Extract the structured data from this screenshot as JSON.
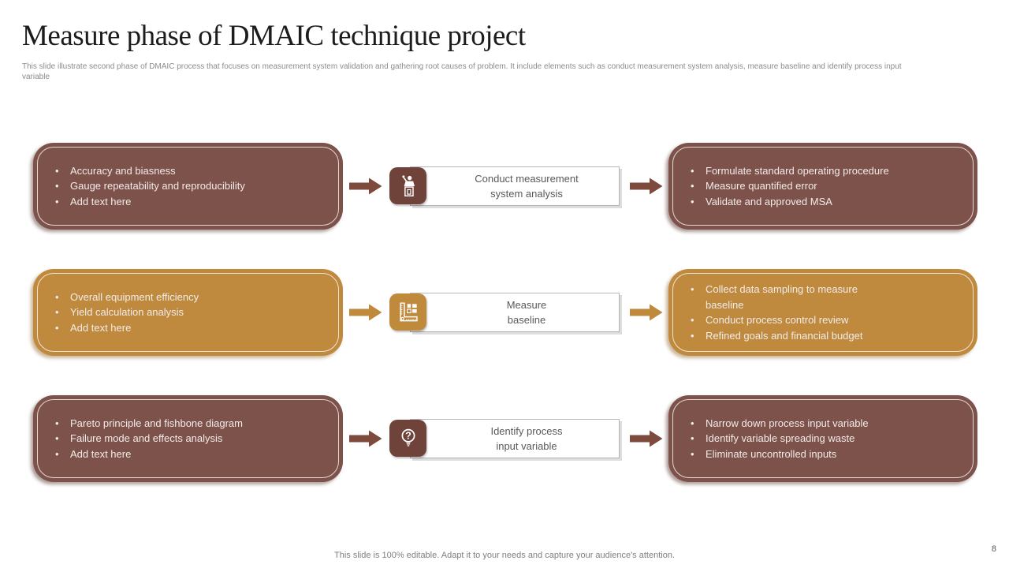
{
  "bullet_char": "•",
  "slide": {
    "title": "Measure phase of DMAIC technique project",
    "subtitle": "This slide illustrate second phase of DMAIC  process that focuses on measurement system validation and gathering root causes of problem. It include elements such as conduct measurement system analysis, measure baseline and identify process input variable",
    "footer": "This slide is 100% editable. Adapt it to your needs and capture your audience's attention.",
    "page_number": "8"
  },
  "colors": {
    "brown_box": "#7d524b",
    "brown_icon_tile": "#6f423a",
    "brown_arrow": "#7d4a3c",
    "gold_box": "#c08a3e",
    "gold_icon_tile": "#bf8a3c",
    "gold_arrow": "#bf8a3c",
    "label_text": "#595959",
    "bullet_text": "#f2ebe8",
    "muted_text": "#8c8c8c"
  },
  "rows": [
    {
      "theme": "brown",
      "icon": "presenter-podium-icon",
      "label": "Conduct measurement\nsystem analysis",
      "left_bullets": [
        "Accuracy and biasness",
        "Gauge repeatability and reproducibility",
        "Add text here"
      ],
      "right_bullets": [
        "Formulate standard operating procedure",
        "Measure quantified error",
        "Validate and approved MSA"
      ]
    },
    {
      "theme": "gold",
      "icon": "measuring-ruler-icon",
      "label": "Measure\nbaseline",
      "left_bullets": [
        "Overall equipment efficiency",
        "Yield calculation analysis",
        "Add text here"
      ],
      "right_bullets": [
        "Collect data sampling to measure\nbaseline",
        "Conduct process control review",
        "Refined goals and financial budget"
      ]
    },
    {
      "theme": "brown",
      "icon": "lightbulb-question-icon",
      "label": "Identify process\ninput variable",
      "left_bullets": [
        "Pareto principle and fishbone diagram",
        "Failure mode and effects analysis",
        "Add text here"
      ],
      "right_bullets": [
        "Narrow down process input variable",
        "Identify variable spreading waste",
        "Eliminate uncontrolled inputs"
      ]
    }
  ]
}
